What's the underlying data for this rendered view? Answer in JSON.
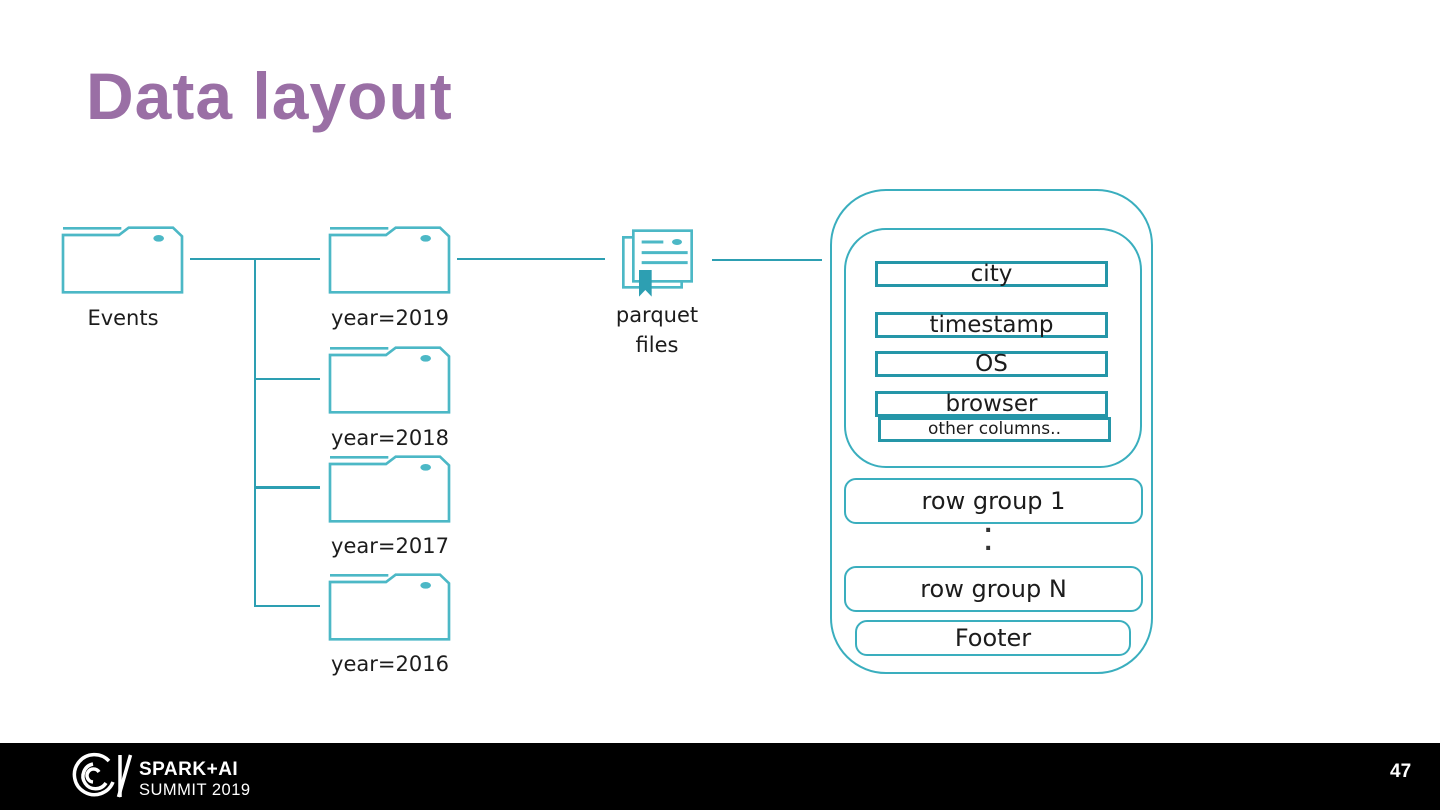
{
  "slide": {
    "title": "Data layout",
    "page_number": "47"
  },
  "tree": {
    "root_label": "Events",
    "partitions": [
      {
        "label": "year=2019"
      },
      {
        "label": "year=2018"
      },
      {
        "label": "year=2017"
      },
      {
        "label": "year=2016"
      }
    ]
  },
  "parquet_node": {
    "line1": "parquet",
    "line2": "files"
  },
  "parquet_file": {
    "columns": [
      {
        "label": "city"
      },
      {
        "label": "timestamp"
      },
      {
        "label": "OS"
      },
      {
        "label": "browser"
      }
    ],
    "other_columns": "other columns..",
    "row_group_first": "row group 1",
    "row_group_last": "row group N",
    "dots": [
      ".",
      "."
    ],
    "footer": "Footer"
  },
  "branding": {
    "logo_title": "SPARK+AI",
    "logo_subtitle": "SUMMIT 2019"
  },
  "colors": {
    "accent_teal": "#2d9fb2",
    "icon_teal": "#4cb8c6",
    "box_border_teal": "#2596a8",
    "container_border_teal": "#3aaebe",
    "title_purple": "#9a6fa5",
    "text": "#1c1c1c",
    "footer_bg": "#000000",
    "footer_text": "#ffffff"
  }
}
